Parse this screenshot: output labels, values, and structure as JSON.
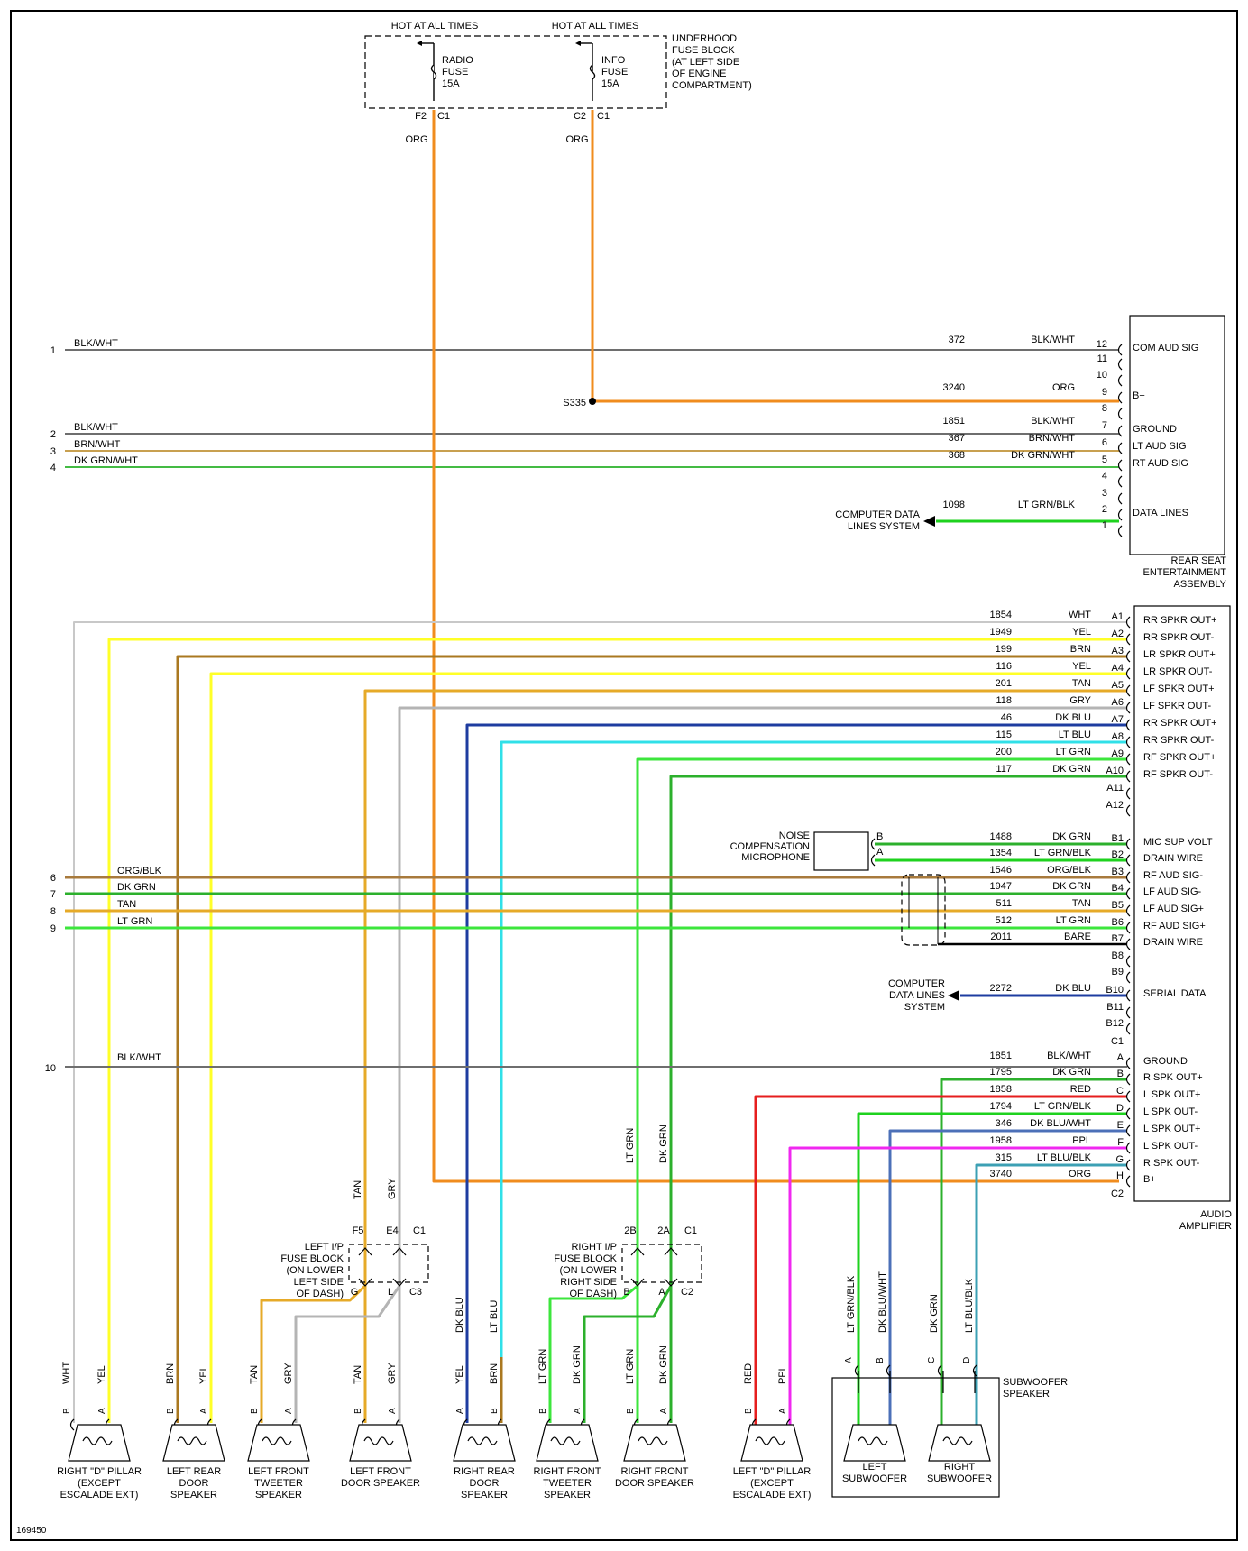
{
  "colors": {
    "ORG": "#f08c1e",
    "BLK/WHT": "#6e6e6e",
    "BRN/WHT": "#c8a050",
    "DK GRN/WHT": "#44bb44",
    "LT GRN/BLK": "#1ed21e",
    "WHT": "#c8c8c8",
    "YEL": "#ffff28",
    "BRN": "#aa7820",
    "TAN": "#e6aa28",
    "GRY": "#b4b4b4",
    "DK BLU": "#1e3ca0",
    "LT BLU": "#30e0e8",
    "LT GRN": "#3ce63c",
    "DK GRN": "#2cb02c",
    "ORG/BLK": "#a87a3c",
    "BARE": "#000000",
    "RED": "#e61e1e",
    "PPL": "#f028f0",
    "DK BLU/WHT": "#4c70b8",
    "LT BLU/BLK": "#3ca0b4"
  },
  "fuse_block": {
    "hot1": "HOT AT ALL TIMES",
    "hot2": "HOT AT ALL TIMES",
    "radio": [
      "RADIO",
      "FUSE",
      "15A"
    ],
    "info": [
      "INFO",
      "FUSE",
      "15A"
    ],
    "label": [
      "UNDERHOOD",
      "FUSE BLOCK",
      "(AT LEFT SIDE",
      "OF ENGINE",
      "COMPARTMENT)"
    ],
    "pins": [
      "F2",
      "C1",
      "C2",
      "C1"
    ],
    "wire_color": "ORG"
  },
  "left_wires_top": [
    {
      "num": "1",
      "color": "BLK/WHT"
    },
    {
      "num": "2",
      "color": "BLK/WHT"
    },
    {
      "num": "3",
      "color": "BRN/WHT"
    },
    {
      "num": "4",
      "color": "DK GRN/WHT"
    }
  ],
  "left_wires_mid": [
    {
      "num": "6",
      "color": "ORG/BLK"
    },
    {
      "num": "7",
      "color": "DK GRN"
    },
    {
      "num": "8",
      "color": "TAN"
    },
    {
      "num": "9",
      "color": "LT GRN"
    }
  ],
  "left_wire_10": {
    "num": "10",
    "color": "BLK/WHT"
  },
  "splice": "S335",
  "rse": {
    "rows": [
      {
        "pin": "12",
        "circuit": "372",
        "color": "BLK/WHT",
        "label": "COM AUD SIG"
      },
      {
        "pin": "11",
        "circuit": "",
        "color": "",
        "label": ""
      },
      {
        "pin": "10",
        "circuit": "",
        "color": "",
        "label": ""
      },
      {
        "pin": "9",
        "circuit": "3240",
        "color": "ORG",
        "label": "B+"
      },
      {
        "pin": "8",
        "circuit": "",
        "color": "",
        "label": ""
      },
      {
        "pin": "7",
        "circuit": "1851",
        "color": "BLK/WHT",
        "label": "GROUND"
      },
      {
        "pin": "6",
        "circuit": "367",
        "color": "BRN/WHT",
        "label": "LT AUD SIG"
      },
      {
        "pin": "5",
        "circuit": "368",
        "color": "DK GRN/WHT",
        "label": "RT AUD SIG"
      },
      {
        "pin": "4",
        "circuit": "",
        "color": "",
        "label": ""
      },
      {
        "pin": "3",
        "circuit": "",
        "color": "",
        "label": ""
      },
      {
        "pin": "2",
        "circuit": "1098",
        "color": "LT GRN/BLK",
        "label": "DATA LINES"
      },
      {
        "pin": "1",
        "circuit": "",
        "color": "",
        "label": ""
      }
    ],
    "name": [
      "REAR SEAT",
      "ENTERTAINMENT",
      "ASSEMBLY"
    ],
    "cds": [
      "COMPUTER DATA",
      "LINES SYSTEM"
    ]
  },
  "amp_a": [
    {
      "pin": "A1",
      "circuit": "1854",
      "color": "WHT",
      "label": "RR SPKR OUT+"
    },
    {
      "pin": "A2",
      "circuit": "1949",
      "color": "YEL",
      "label": "RR SPKR OUT-"
    },
    {
      "pin": "A3",
      "circuit": "199",
      "color": "BRN",
      "label": "LR SPKR OUT+"
    },
    {
      "pin": "A4",
      "circuit": "116",
      "color": "YEL",
      "label": "LR SPKR OUT-"
    },
    {
      "pin": "A5",
      "circuit": "201",
      "color": "TAN",
      "label": "LF SPKR OUT+"
    },
    {
      "pin": "A6",
      "circuit": "118",
      "color": "GRY",
      "label": "LF SPKR OUT-"
    },
    {
      "pin": "A7",
      "circuit": "46",
      "color": "DK BLU",
      "label": "RR SPKR OUT+"
    },
    {
      "pin": "A8",
      "circuit": "115",
      "color": "LT BLU",
      "label": "RR SPKR OUT-"
    },
    {
      "pin": "A9",
      "circuit": "200",
      "color": "LT GRN",
      "label": "RF SPKR OUT+"
    },
    {
      "pin": "A10",
      "circuit": "117",
      "color": "DK GRN",
      "label": "RF SPKR OUT-"
    },
    {
      "pin": "A11",
      "circuit": "",
      "color": "",
      "label": ""
    },
    {
      "pin": "A12",
      "circuit": "",
      "color": "",
      "label": ""
    }
  ],
  "amp_b": [
    {
      "pin": "B1",
      "circuit": "1488",
      "color": "DK GRN",
      "label": "MIC SUP VOLT"
    },
    {
      "pin": "B2",
      "circuit": "1354",
      "color": "LT GRN/BLK",
      "label": "DRAIN WIRE"
    },
    {
      "pin": "B3",
      "circuit": "1546",
      "color": "ORG/BLK",
      "label": "RF AUD SIG-"
    },
    {
      "pin": "B4",
      "circuit": "1947",
      "color": "DK GRN",
      "label": "LF AUD SIG-"
    },
    {
      "pin": "B5",
      "circuit": "511",
      "color": "TAN",
      "label": "LF AUD SIG+"
    },
    {
      "pin": "B6",
      "circuit": "512",
      "color": "LT GRN",
      "label": "RF AUD SIG+"
    },
    {
      "pin": "B7",
      "circuit": "2011",
      "color": "BARE",
      "label": "DRAIN WIRE"
    },
    {
      "pin": "B8",
      "circuit": "",
      "color": "",
      "label": ""
    },
    {
      "pin": "B9",
      "circuit": "",
      "color": "",
      "label": ""
    },
    {
      "pin": "B10",
      "circuit": "2272",
      "color": "DK BLU",
      "label": "SERIAL DATA"
    },
    {
      "pin": "B11",
      "circuit": "",
      "color": "",
      "label": ""
    },
    {
      "pin": "B12",
      "circuit": "",
      "color": "",
      "label": ""
    }
  ],
  "amp_c": [
    {
      "pin": "A",
      "circuit": "1851",
      "color": "BLK/WHT",
      "label": "GROUND"
    },
    {
      "pin": "B",
      "circuit": "1795",
      "color": "DK GRN",
      "label": "R SPK OUT+"
    },
    {
      "pin": "C",
      "circuit": "1858",
      "color": "RED",
      "label": "L SPK OUT+"
    },
    {
      "pin": "D",
      "circuit": "1794",
      "color": "LT GRN/BLK",
      "label": "L SPK OUT-"
    },
    {
      "pin": "E",
      "circuit": "346",
      "color": "DK BLU/WHT",
      "label": "L SPK OUT+"
    },
    {
      "pin": "F",
      "circuit": "1958",
      "color": "PPL",
      "label": "L SPK OUT-"
    },
    {
      "pin": "G",
      "circuit": "315",
      "color": "LT BLU/BLK",
      "label": "R SPK OUT-"
    },
    {
      "pin": "H",
      "circuit": "3740",
      "color": "ORG",
      "label": "B+"
    }
  ],
  "amp_c_header": "C1",
  "amp_c_footer": "C2",
  "amp_name": [
    "AUDIO",
    "AMPLIFIER"
  ],
  "mic": {
    "label": [
      "NOISE",
      "COMPENSATION",
      "MICROPHONE"
    ],
    "pin_b": "B",
    "pin_a": "A"
  },
  "cds2": [
    "COMPUTER",
    "DATA LINES",
    "SYSTEM"
  ],
  "left_ip": {
    "label": [
      "LEFT I/P",
      "FUSE BLOCK",
      "(ON LOWER",
      "LEFT SIDE",
      "OF DASH)"
    ],
    "top_pins": [
      "F5",
      "E4",
      "C1"
    ],
    "bottom_pins": [
      "G",
      "L",
      "C3"
    ],
    "top_colors": [
      "TAN",
      "GRY"
    ]
  },
  "right_ip": {
    "label": [
      "RIGHT I/P",
      "FUSE BLOCK",
      "(ON LOWER",
      "RIGHT SIDE",
      "OF DASH)"
    ],
    "top_pins": [
      "2B",
      "2A",
      "C1"
    ],
    "bottom_pins": [
      "B",
      "A",
      "C2"
    ],
    "top_colors": [
      "LT GRN",
      "DK GRN"
    ]
  },
  "speakers": [
    {
      "pins": [
        "B",
        "A"
      ],
      "colors": [
        "WHT",
        "YEL"
      ],
      "label": [
        "RIGHT \"D\" PILLAR",
        "(EXCEPT",
        "ESCALADE EXT)"
      ]
    },
    {
      "pins": [
        "B",
        "A"
      ],
      "colors": [
        "BRN",
        "YEL"
      ],
      "label": [
        "LEFT REAR",
        "DOOR",
        "SPEAKER"
      ]
    },
    {
      "pins": [
        "B",
        "A"
      ],
      "colors": [
        "TAN",
        "GRY"
      ],
      "label": [
        "LEFT FRONT",
        "TWEETER",
        "SPEAKER"
      ]
    },
    {
      "pins": [
        "B",
        "A"
      ],
      "colors": [
        "TAN",
        "GRY"
      ],
      "label": [
        "LEFT FRONT",
        "DOOR SPEAKER"
      ]
    },
    {
      "pins": [
        "A",
        "B"
      ],
      "colors": [
        "YEL",
        "BRN"
      ],
      "label": [
        "RIGHT REAR",
        "DOOR",
        "SPEAKER"
      ]
    },
    {
      "pins": [
        "B",
        "A"
      ],
      "colors": [
        "LT GRN",
        "DK GRN"
      ],
      "label": [
        "RIGHT FRONT",
        "TWEETER",
        "SPEAKER"
      ]
    },
    {
      "pins": [
        "B",
        "A"
      ],
      "colors": [
        "LT GRN",
        "DK GRN"
      ],
      "label": [
        "RIGHT FRONT",
        "DOOR SPEAKER"
      ]
    },
    {
      "pins": [
        "B",
        "A"
      ],
      "colors": [
        "RED",
        "PPL"
      ],
      "label": [
        "LEFT \"D\" PILLAR",
        "(EXCEPT",
        "ESCALADE EXT)"
      ]
    }
  ],
  "vertical_wire_labels": {
    "blu1": "DK BLU",
    "blu2": "LT BLU",
    "lg": "LT GRN",
    "dg": "DK GRN"
  },
  "subwoofer": {
    "pins": [
      "A",
      "B",
      "C",
      "D"
    ],
    "colors": [
      "LT GRN/BLK",
      "DK BLU/WHT",
      "DK GRN",
      "LT BLU/BLK"
    ],
    "left": [
      "LEFT",
      "SUBWOOFER"
    ],
    "right": [
      "RIGHT",
      "SUBWOOFER"
    ],
    "name": [
      "SUBWOOFER",
      "SPEAKER"
    ]
  },
  "figure_id": "169450"
}
